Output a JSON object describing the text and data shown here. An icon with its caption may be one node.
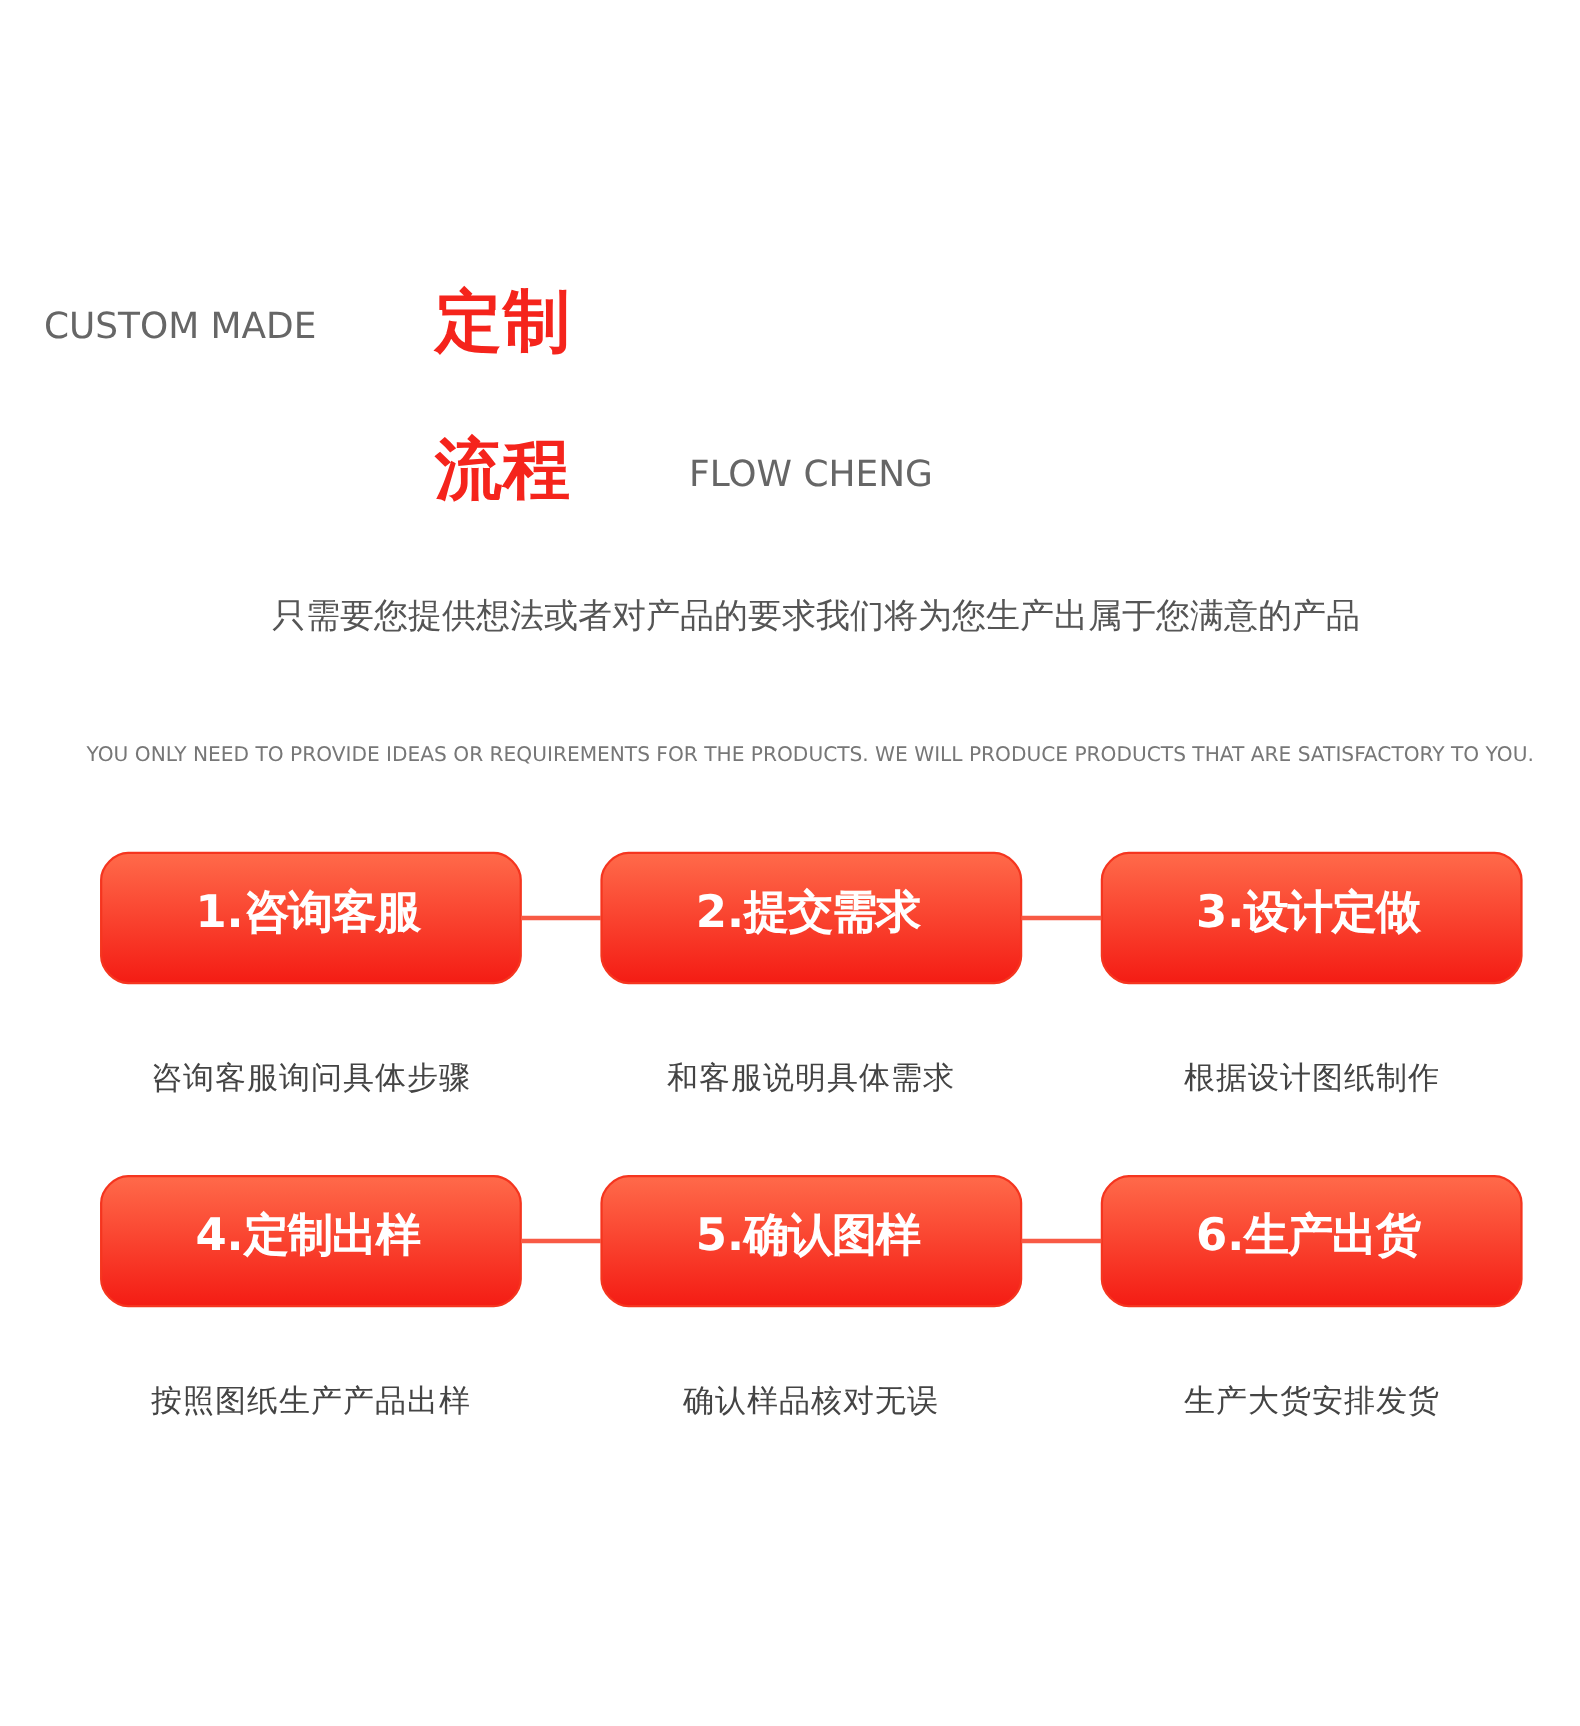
{
  "diagram": {
    "nodes": [
      {
        "text": [
          "1.咨询客服"
        ],
        "beside": [
          "咨询客服询问具体步骤"
        ]
      },
      {
        "text": [
          "2.提交需求"
        ],
        "beside": [
          "和客服说明具体需求"
        ]
      },
      {
        "text": [
          "3.设计定做"
        ],
        "beside": [
          "根据设计图纸制作"
        ]
      },
      {
        "text": [
          "4.定制出样"
        ],
        "beside": [
          "按照图纸生产产品出样"
        ]
      },
      {
        "text": [
          "5.确认图样"
        ],
        "beside": [
          "确认样品核对无误"
        ]
      },
      {
        "text": [
          "6.生产出货"
        ],
        "beside": [
          "生产大货安排发货"
        ]
      }
    ],
    "edges": [
      {
        "from": 0,
        "to": 1,
        "arrow": "none"
      },
      {
        "from": 1,
        "to": 2,
        "arrow": "none"
      },
      {
        "from": 3,
        "to": 4,
        "arrow": "none"
      },
      {
        "from": 4,
        "to": 5,
        "arrow": "none"
      }
    ],
    "labels": [
      "CUSTOM MADE",
      "定制",
      "流程",
      "FLOW CHENG",
      "只需要您提供想法或者对产品的要求我们将为您生产出属于您满意的产品",
      "YOU ONLY NEED TO PROVIDE IDEAS OR REQUIREMENTS FOR THE PRODUCTS. WE WILL PRODUCE PRODUCTS THAT ARE SATISFACTORY TO YOU."
    ]
  }
}
